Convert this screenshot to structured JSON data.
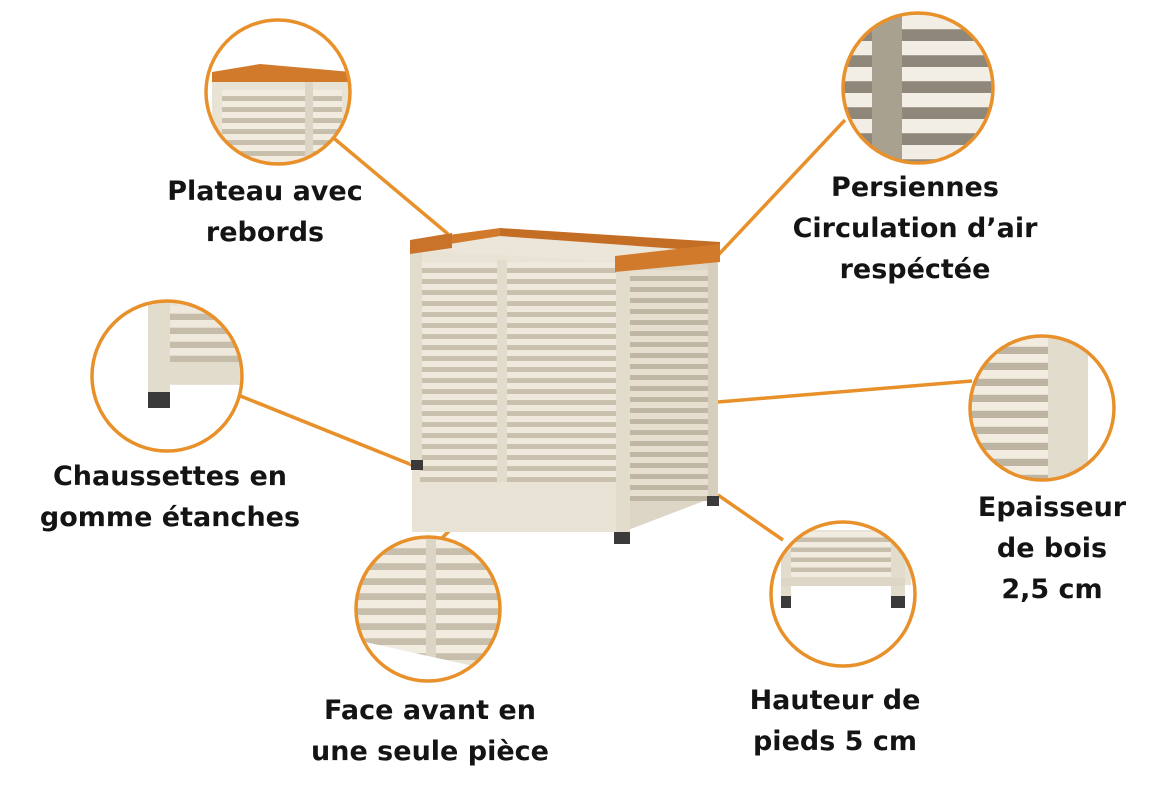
{
  "colors": {
    "accent_orange": "#e8902a",
    "wood_top": "#d27a2c",
    "cabinet_cream": "#e9e3d6",
    "cabinet_shadow": "#cfc7b5",
    "foot": "#3a3a3a",
    "text": "#141414"
  },
  "callouts": {
    "plateau": {
      "lines": [
        "Plateau avec",
        "rebords"
      ]
    },
    "persiennes": {
      "lines": [
        "Persiennes",
        "Circulation d’air",
        "respéctée"
      ]
    },
    "chaussettes": {
      "lines": [
        "Chaussettes en",
        "gomme étanches"
      ]
    },
    "epaisseur": {
      "lines": [
        "Epaisseur",
        "de bois",
        "2,5 cm"
      ]
    },
    "face": {
      "lines": [
        "Face avant en",
        "une seule pièce"
      ]
    },
    "hauteur": {
      "lines": [
        "Hauteur de",
        "pieds 5 cm"
      ]
    }
  }
}
